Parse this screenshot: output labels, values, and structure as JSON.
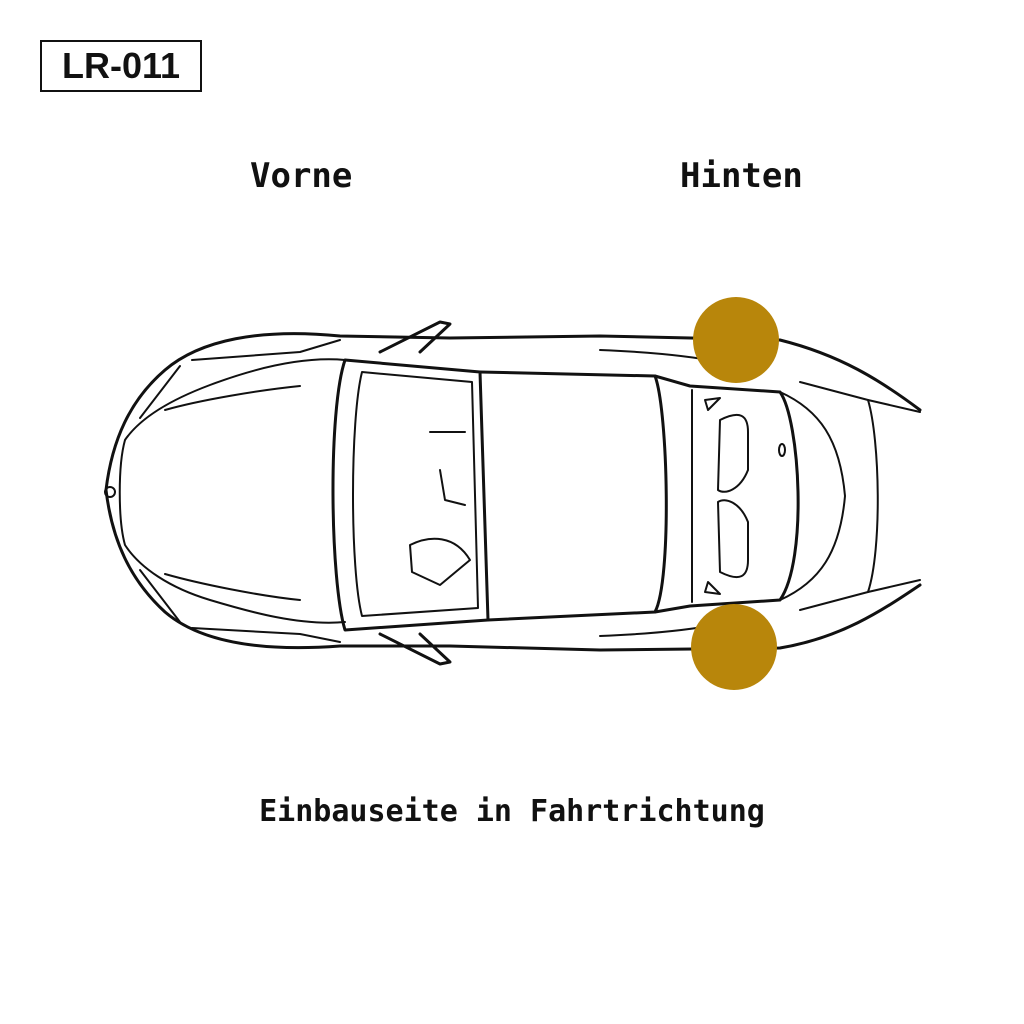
{
  "part_code": "LR-011",
  "labels": {
    "front": "Vorne",
    "rear": "Hinten",
    "mounting_side": "Einbauseite in Fahrtrichtung"
  },
  "colors": {
    "marker": "#B8860B",
    "outline": "#111111"
  },
  "markers": [
    {
      "name": "rear-left-wheel-marker",
      "position": "rear-left"
    },
    {
      "name": "rear-right-wheel-marker",
      "position": "rear-right"
    }
  ]
}
